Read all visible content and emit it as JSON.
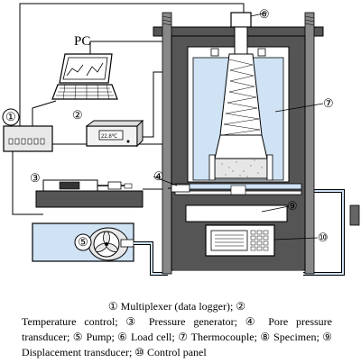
{
  "diagram": {
    "pc_label": "PC",
    "temp_display": "22.8℃",
    "markers": [
      "①",
      "②",
      "③",
      "④",
      "⑤",
      "⑥",
      "⑦",
      "⑧",
      "⑨",
      "⑩"
    ]
  },
  "caption": {
    "first": "① Multiplexer (data logger); ②",
    "rest": "Temperature control; ③ Pressure generator; ④ Pore pressure transducer; ⑤ Pump; ⑥ Load cell; ⑦ Thermocouple; ⑧ Specimen; ⑨ Displacement transducer; ⑩ Control panel"
  },
  "colors": {
    "water": "#cfe3f5",
    "frame": "#555555",
    "line": "#000000"
  }
}
